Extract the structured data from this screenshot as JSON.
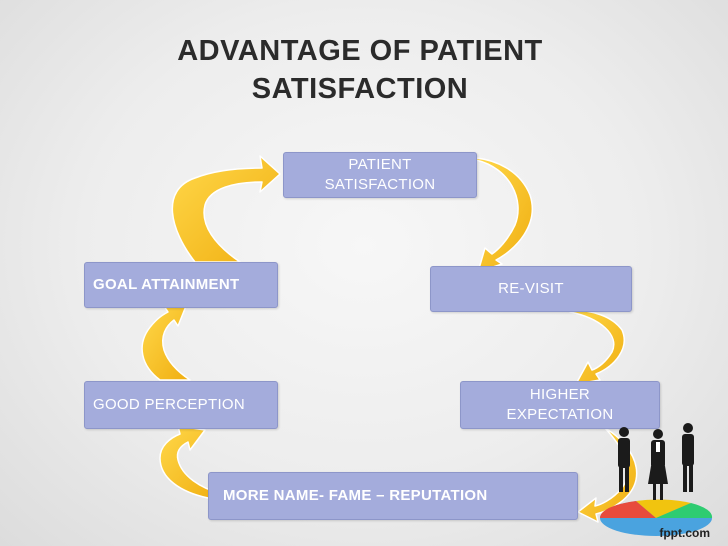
{
  "slide": {
    "title_line1": "ADVANTAGE OF PATIENT",
    "title_line2": "SATISFACTION"
  },
  "diagram": {
    "nodes": {
      "patient_satisfaction": {
        "line1": "PATIENT",
        "line2": "SATISFACTION"
      },
      "revisit": "RE-VISIT",
      "higher_expectation": {
        "line1": "HIGHER",
        "line2": "EXPECTATION"
      },
      "reputation": "MORE NAME- FAME – REPUTATION",
      "good_perception": "GOOD PERCEPTION",
      "goal_attainment": "GOAL ATTAINMENT"
    },
    "colors": {
      "box_fill": "#a4acdc",
      "arrow_fill": "#f6c12a",
      "text": "#ffffff",
      "title": "#2b2b2b"
    }
  },
  "branding": "fppt.com"
}
